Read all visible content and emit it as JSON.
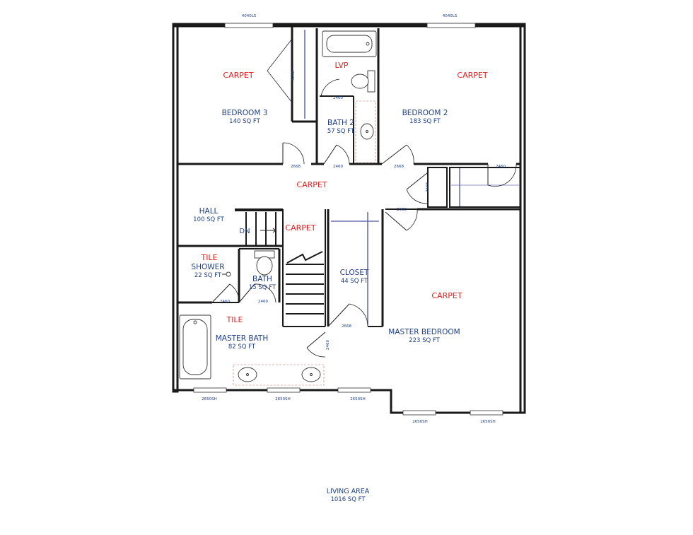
{
  "rooms": {
    "bedroom3": {
      "name": "BEDROOM 3",
      "area": "140 SQ FT",
      "floor": "CARPET"
    },
    "bath2": {
      "name": "BATH 2",
      "area": "57 SQ FT",
      "floor": "LVP"
    },
    "bedroom2": {
      "name": "BEDROOM 2",
      "area": "183 SQ FT",
      "floor": "CARPET"
    },
    "hall": {
      "name": "HALL",
      "area": "100 SQ FT",
      "floor": "CARPET",
      "floor2": "CARPET"
    },
    "shower": {
      "name": "SHOWER",
      "area": "22 SQ FT",
      "floor": "TILE"
    },
    "bath": {
      "name": "BATH",
      "area": "15 SQ FT"
    },
    "closet": {
      "name": "CLOSET",
      "area": "44 SQ FT"
    },
    "master_bath": {
      "name": "MASTER BATH",
      "area": "82 SQ FT",
      "floor": "TILE"
    },
    "master_bedroom": {
      "name": "MASTER BEDROOM",
      "area": "223 SQ FT",
      "floor": "CARPET"
    }
  },
  "stair": {
    "label": "DN"
  },
  "windows": {
    "w1": "4040LS",
    "w2": "4040LS",
    "w3": "2650SH",
    "w4": "2650SH",
    "w5": "2650SH",
    "w6": "2650SH",
    "w7": "2650SH"
  },
  "doors": {
    "d_bed3_closet": "5068",
    "d_bath2_top": "2460",
    "d_bed3": "2668",
    "d_bath2": "2460",
    "d_bed2": "2668",
    "d_bed2_closet": "2460",
    "d_linen": "2668",
    "d_master": "2668",
    "d_shower": "2460",
    "d_bath": "2460",
    "d_closet": "2668",
    "d_masterbath": "2460"
  },
  "summary": {
    "name": "LIVING AREA",
    "area": "1016 SQ FT"
  }
}
